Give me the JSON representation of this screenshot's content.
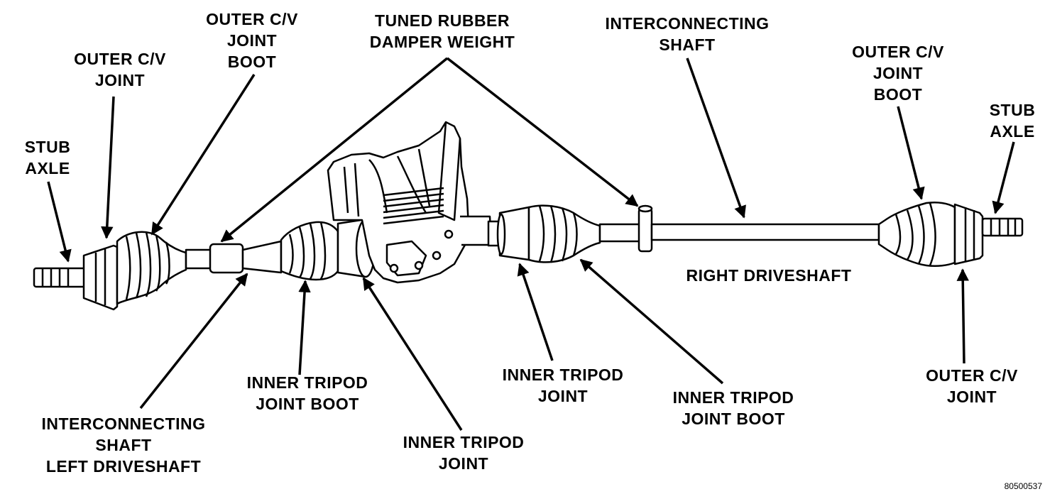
{
  "labels": {
    "stub_axle_left": [
      "STUB",
      "AXLE"
    ],
    "outer_cv_joint_left": [
      "OUTER C/V",
      "JOINT"
    ],
    "outer_cv_boot_left": [
      "OUTER C/V",
      "JOINT",
      "BOOT"
    ],
    "damper_weight": [
      "TUNED RUBBER",
      "DAMPER WEIGHT"
    ],
    "interconnecting_shaft_top": [
      "INTERCONNECTING",
      "SHAFT"
    ],
    "outer_cv_boot_right": [
      "OUTER C/V",
      "JOINT",
      "BOOT"
    ],
    "stub_axle_right": [
      "STUB",
      "AXLE"
    ],
    "right_driveshaft": [
      "RIGHT DRIVESHAFT"
    ],
    "inner_tripod_boot_left": [
      "INNER TRIPOD",
      "JOINT BOOT"
    ],
    "inner_tripod_joint_left": [
      "INNER TRIPOD",
      "JOINT"
    ],
    "inner_tripod_joint_right": [
      "INNER TRIPOD",
      "JOINT"
    ],
    "inner_tripod_boot_right": [
      "INNER TRIPOD",
      "JOINT BOOT"
    ],
    "outer_cv_joint_right": [
      "OUTER C/V",
      "JOINT"
    ],
    "left_driveshaft": [
      "INTERCONNECTING",
      "SHAFT",
      "LEFT DRIVESHAFT"
    ]
  },
  "figure_code": "80500537"
}
